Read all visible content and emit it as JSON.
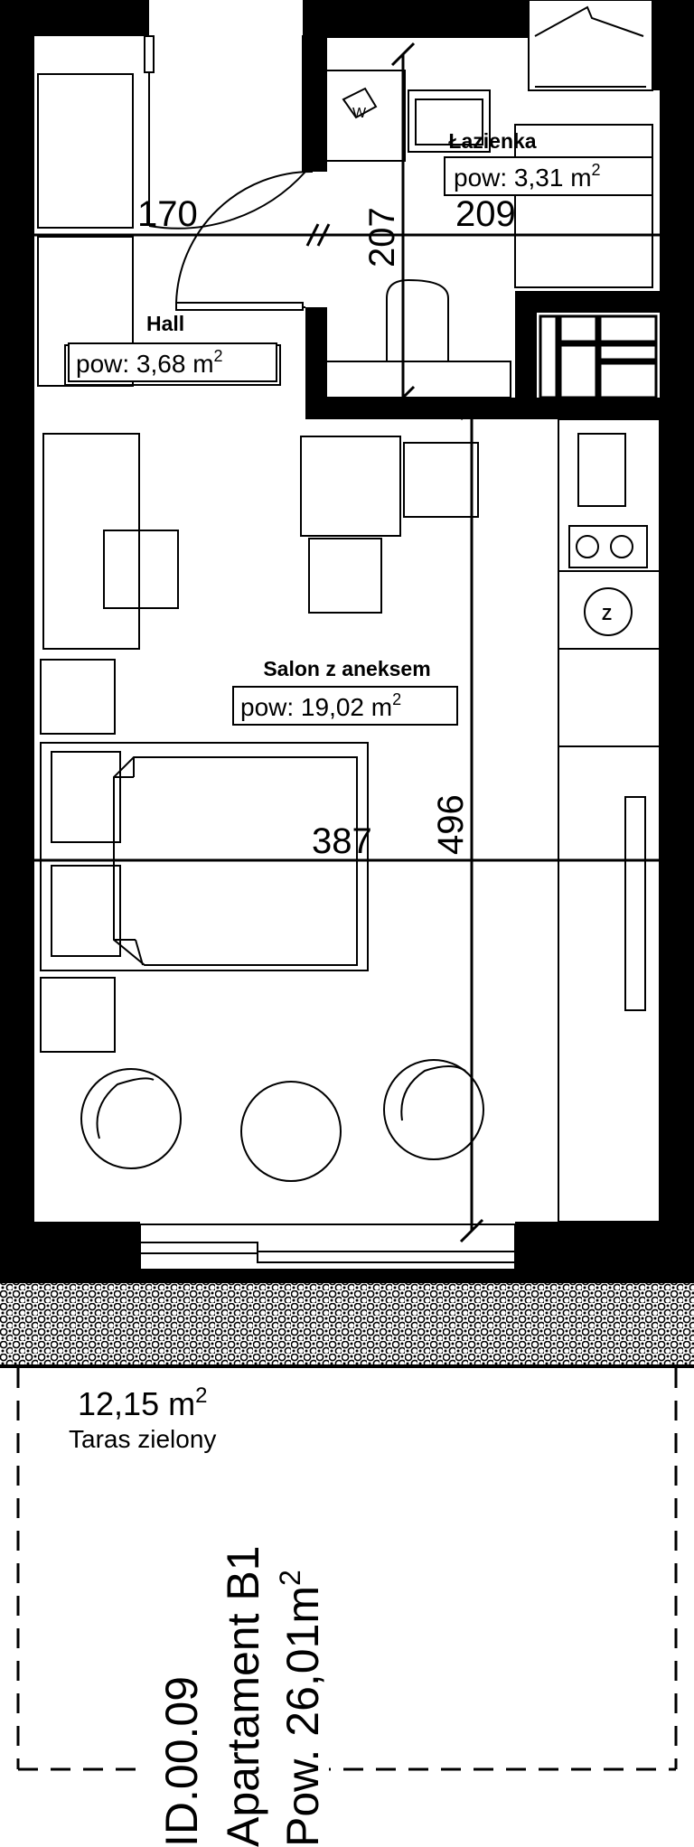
{
  "rooms": {
    "hall": {
      "name": "Hall",
      "area_prefix": "pow: 3,68 m",
      "area_sup": "2"
    },
    "lazienka": {
      "name": "Łazienka",
      "area_prefix": "pow: 3,31 m",
      "area_sup": "2"
    },
    "salon": {
      "name": "Salon z aneksem",
      "area_prefix": "pow: 19,02 m",
      "area_sup": "2"
    }
  },
  "dimensions": {
    "hall_width": "170",
    "hall_depth": "207",
    "bath_width": "209",
    "salon_width": "387",
    "salon_depth": "496"
  },
  "terrace": {
    "area_prefix": "12,15 m",
    "area_sup": "2",
    "name": "Taras zielony"
  },
  "apartment": {
    "id": "ID.00.09",
    "name": "Apartament B1",
    "area_prefix": "Pow. 26,01m",
    "area_sup": "2"
  }
}
